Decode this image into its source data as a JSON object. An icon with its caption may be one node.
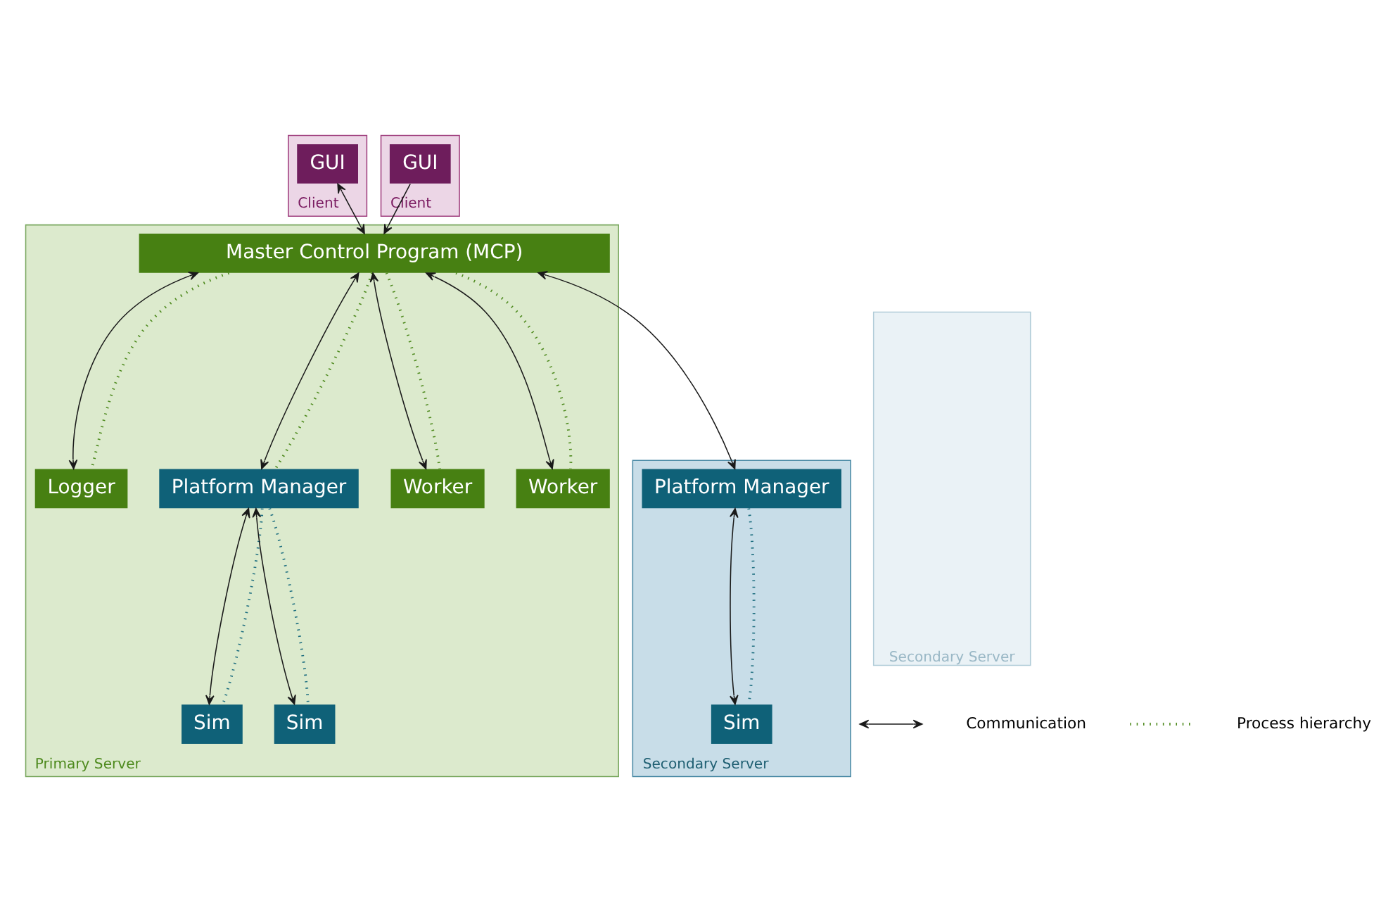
{
  "diagram": {
    "nodes": [
      {
        "text": [
          "Client"
        ]
      },
      {
        "text": [
          "GUI"
        ],
        "in": 0
      },
      {
        "text": [
          "Client"
        ]
      },
      {
        "text": [
          "GUI"
        ],
        "in": 2
      },
      {
        "text": [
          "Primary Server"
        ]
      },
      {
        "text": [
          "Master Control Program (MCP)"
        ],
        "in": 4
      },
      {
        "text": [
          "Logger"
        ],
        "in": 4
      },
      {
        "text": [
          "Platform Manager"
        ],
        "in": 4
      },
      {
        "text": [
          "Worker"
        ],
        "in": 4
      },
      {
        "text": [
          "Worker"
        ],
        "in": 4
      },
      {
        "text": [
          "Sim"
        ],
        "in": 4
      },
      {
        "text": [
          "Sim"
        ],
        "in": 4
      },
      {
        "text": [
          "Secondary Server"
        ]
      },
      {
        "text": [
          "Platform Manager"
        ],
        "in": 12
      },
      {
        "text": [
          "Sim"
        ],
        "in": 12
      },
      {
        "text": [
          "Secondary Server"
        ]
      }
    ],
    "edges": [
      {
        "from": 1,
        "to": 5,
        "arrow": "both"
      },
      {
        "from": 3,
        "to": 5,
        "arrow": "to"
      },
      {
        "from": 5,
        "to": 6,
        "arrow": "both"
      },
      {
        "from": 5,
        "to": 8,
        "arrow": "both"
      },
      {
        "from": 5,
        "to": 9,
        "arrow": "both"
      },
      {
        "from": 5,
        "to": 7,
        "arrow": "both"
      },
      {
        "from": 5,
        "to": 13,
        "arrow": "both"
      },
      {
        "from": 7,
        "to": 10,
        "arrow": "both"
      },
      {
        "from": 7,
        "to": 11,
        "arrow": "both"
      },
      {
        "from": 13,
        "to": 14,
        "arrow": "both"
      },
      {
        "from": 5,
        "to": 6,
        "arrow": "none",
        "style": "dashed",
        "color": "#4e8a1e"
      },
      {
        "from": 5,
        "to": 8,
        "arrow": "none",
        "style": "dashed",
        "color": "#4e8a1e"
      },
      {
        "from": 5,
        "to": 9,
        "arrow": "none",
        "style": "dashed",
        "color": "#4e8a1e"
      },
      {
        "from": 5,
        "to": 7,
        "arrow": "none",
        "style": "dashed",
        "color": "#4e8a1e"
      },
      {
        "from": 7,
        "to": 10,
        "arrow": "none",
        "style": "dashed",
        "color": "#1f6f80"
      },
      {
        "from": 7,
        "to": 11,
        "arrow": "none",
        "style": "dashed",
        "color": "#1f6f80"
      },
      {
        "from": 13,
        "to": 14,
        "arrow": "none",
        "style": "dashed",
        "color": "#1f6f80"
      }
    ],
    "legend": [
      {
        "text": "Communication"
      },
      {
        "text": "Process hierarchy"
      }
    ]
  }
}
